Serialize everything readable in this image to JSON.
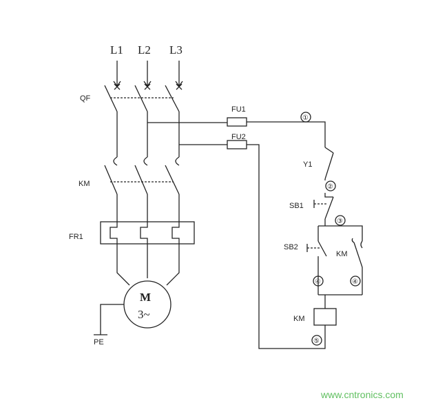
{
  "phases": [
    "L1",
    "L2",
    "L3"
  ],
  "labels": {
    "breaker": "QF",
    "contactor_main": "KM",
    "overload": "FR1",
    "motor_line1": "M",
    "motor_line2": "3~",
    "ground": "PE",
    "fuse1": "FU1",
    "fuse2": "FU2",
    "switch_y1": "Y1",
    "stop_button": "SB1",
    "start_button": "SB2",
    "aux_contact": "KM",
    "coil": "KM"
  },
  "nodes": [
    "①",
    "②",
    "③",
    "④",
    "④",
    "⑤"
  ],
  "watermark": "www.cntronics.com"
}
